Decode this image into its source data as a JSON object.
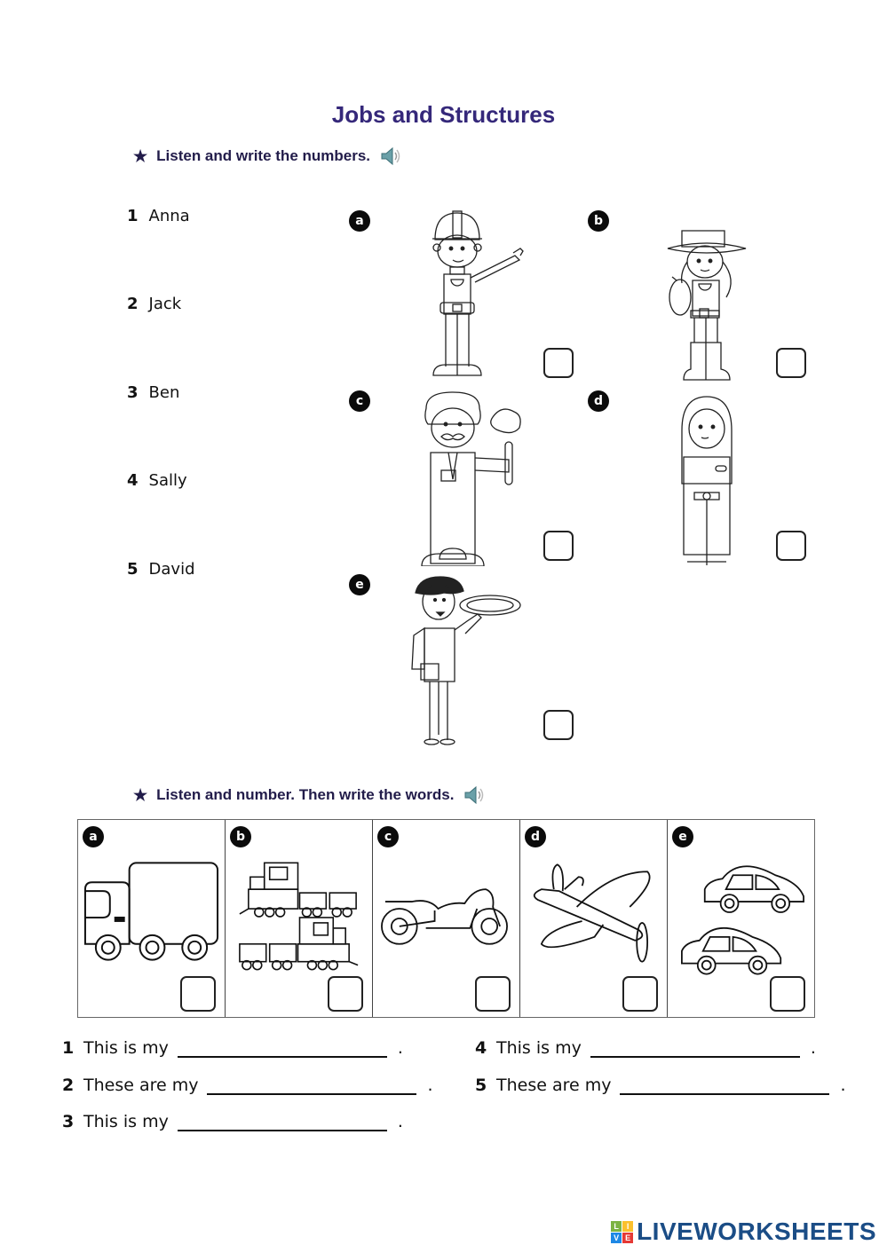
{
  "title": "Jobs and Structures",
  "section1": {
    "instruction": "Listen and write the numbers.",
    "star": "★",
    "audio_icon": "speaker-icon",
    "names": [
      {
        "num": "1",
        "name": "Anna"
      },
      {
        "num": "2",
        "name": "Jack"
      },
      {
        "num": "3",
        "name": "Ben"
      },
      {
        "num": "4",
        "name": "Sally"
      },
      {
        "num": "5",
        "name": "David"
      }
    ],
    "pictures": [
      {
        "letter": "a",
        "depicts": "builder with hard hat"
      },
      {
        "letter": "b",
        "depicts": "farmer holding chicken"
      },
      {
        "letter": "c",
        "depicts": "scientist with test tube"
      },
      {
        "letter": "d",
        "depicts": "scientist in lab coat"
      },
      {
        "letter": "e",
        "depicts": "waiter holding pizza"
      }
    ]
  },
  "section2": {
    "instruction": "Listen and number. Then write the words.",
    "star": "★",
    "audio_icon": "speaker-icon",
    "pictures": [
      {
        "letter": "a",
        "depicts": "lorry"
      },
      {
        "letter": "b",
        "depicts": "trains"
      },
      {
        "letter": "c",
        "depicts": "motorbike"
      },
      {
        "letter": "d",
        "depicts": "plane"
      },
      {
        "letter": "e",
        "depicts": "cars"
      }
    ],
    "sentences": [
      {
        "num": "1",
        "text": "This is my",
        "end": "."
      },
      {
        "num": "2",
        "text": "These are my",
        "end": "."
      },
      {
        "num": "3",
        "text": "This is my",
        "end": "."
      },
      {
        "num": "4",
        "text": "This is my",
        "end": "."
      },
      {
        "num": "5",
        "text": "These are my",
        "end": "."
      }
    ]
  },
  "footer": {
    "logo_text": "LIVEWORKSHEETS",
    "logo_tiles": [
      "L",
      "I",
      "V",
      "E"
    ],
    "logo_colors": [
      "#7cb342",
      "#fbc02d",
      "#1e88e5",
      "#e53935"
    ]
  },
  "colors": {
    "title": "#35287a",
    "instruction": "#221c4a",
    "logo": "#1b4d86"
  }
}
